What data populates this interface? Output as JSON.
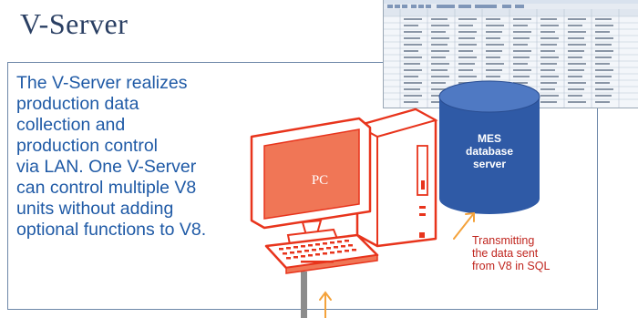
{
  "title": "V-Server",
  "description_lines": [
    "The V-Server realizes",
    "production data",
    "collection and",
    "production control",
    "via LAN. One V-Server",
    "can control multiple V8",
    "units without adding",
    "optional functions to V8."
  ],
  "pc_label": "PC",
  "mes_label_lines": [
    "MES",
    "database",
    "server"
  ],
  "note_lines": [
    "Transmitting",
    "the data sent",
    "from V8 in SQL"
  ],
  "colors": {
    "title": "#2a3f63",
    "description": "#1f5aa6",
    "pc_outline": "#e8341c",
    "pc_fill": "#f07656",
    "database": "#2f5aa6",
    "arrow": "#f4a23b",
    "note": "#c0261f",
    "frame": "#6d87a8"
  }
}
